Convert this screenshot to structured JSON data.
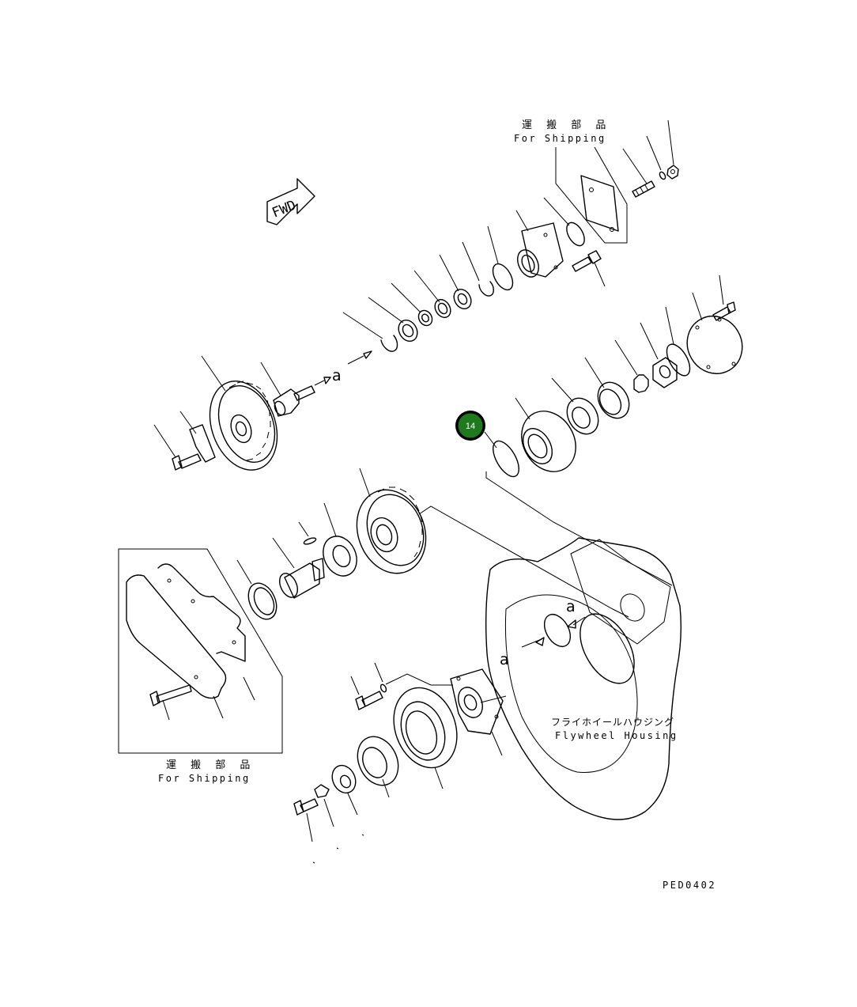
{
  "labels": {
    "for_shipping_top_jp": "運 搬 部 品",
    "for_shipping_top_en": "For Shipping",
    "for_shipping_left_jp": "運 搬 部 品",
    "for_shipping_left_en": "For Shipping",
    "flywheel_housing_jp": "フライホイールハウジング",
    "flywheel_housing_en": "Flywheel Housing",
    "fwd": "FWD",
    "ref_a": "a",
    "drawing_code": "PED0402"
  },
  "callout": {
    "number": "14",
    "fill_color": "#1f7a1f",
    "ring_color": "#000000",
    "text_color": "#ffffff"
  },
  "icons": [
    "fwd-arrow-icon"
  ]
}
